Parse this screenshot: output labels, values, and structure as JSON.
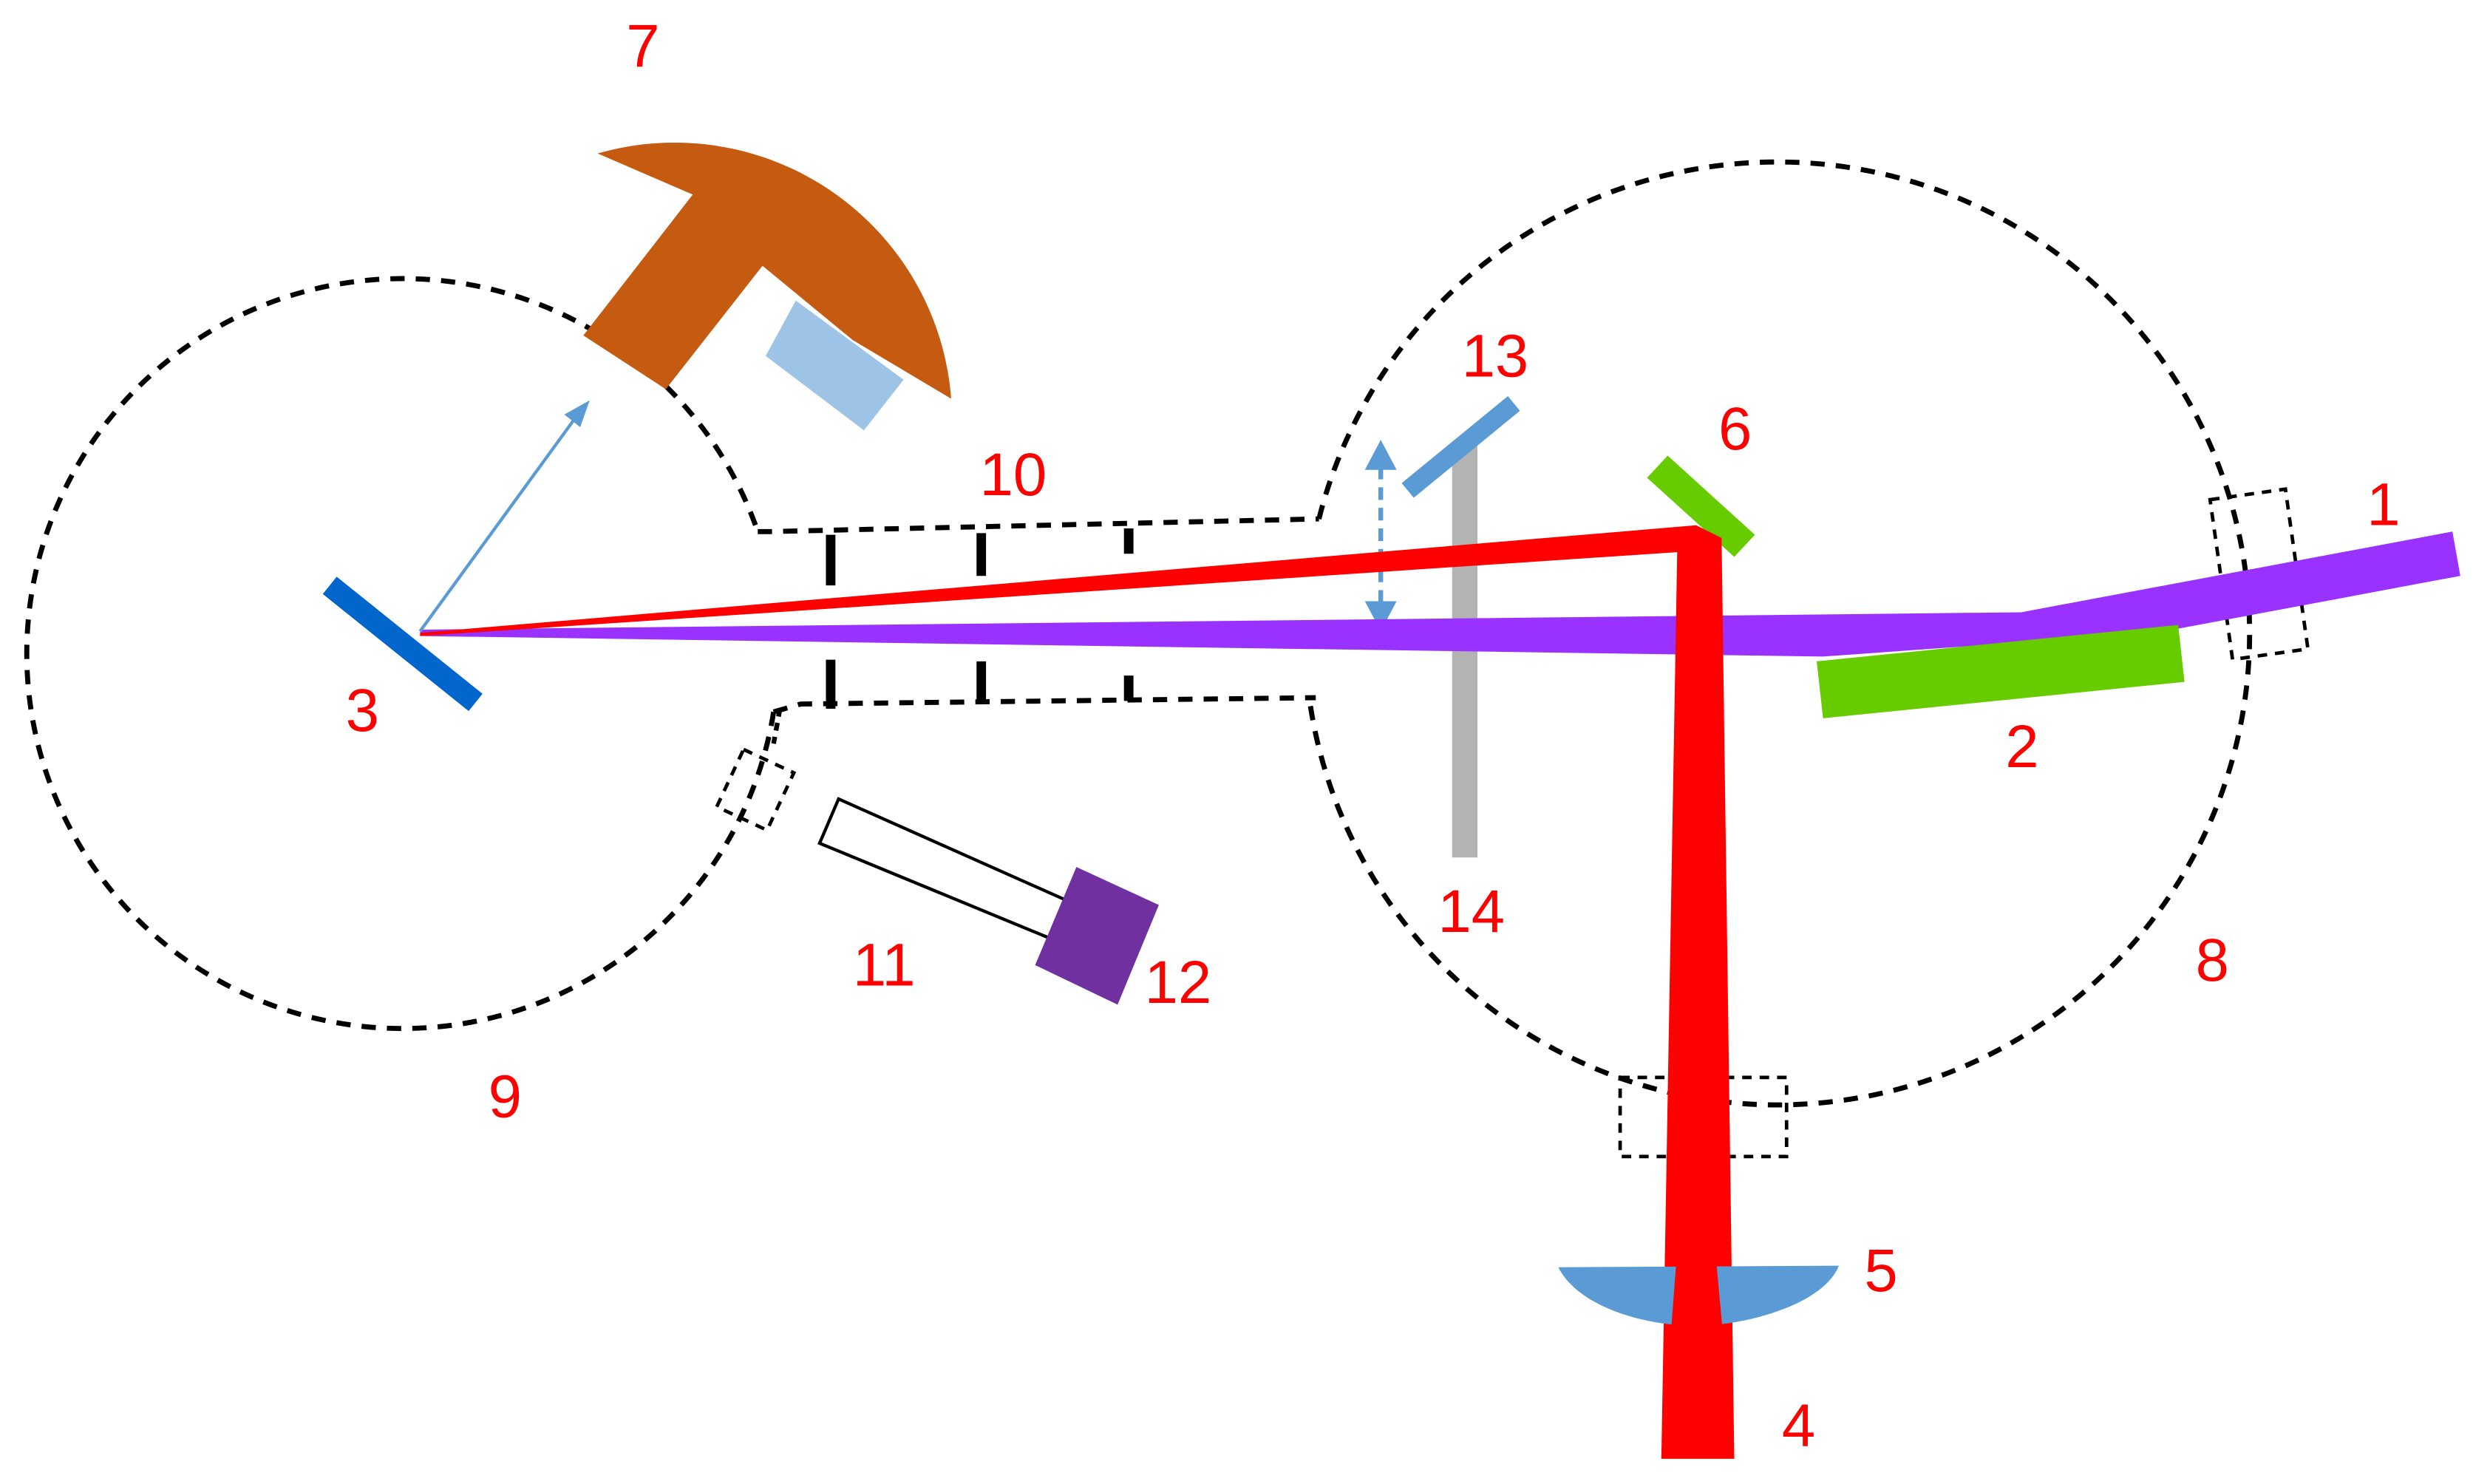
{
  "colors": {
    "label": "#ff0000",
    "laser_red": "#ff0000",
    "beam_violet": "#9a32ff",
    "optic_green": "#66cc00",
    "target_blue": "#0066cc",
    "mirror_blue": "#5b9bd5",
    "detector_orange": "#c55a11",
    "detector_window": "#9dc3e6",
    "camera_purple": "#7030a0",
    "post_gray": "#b3b3b3",
    "chamber_outline": "#000000"
  },
  "labels": {
    "n1": "1",
    "n2": "2",
    "n3": "3",
    "n4": "4",
    "n5": "5",
    "n6": "6",
    "n7": "7",
    "n8": "8",
    "n9": "9",
    "n10": "10",
    "n11": "11",
    "n12": "12",
    "n13": "13",
    "n14": "14"
  }
}
